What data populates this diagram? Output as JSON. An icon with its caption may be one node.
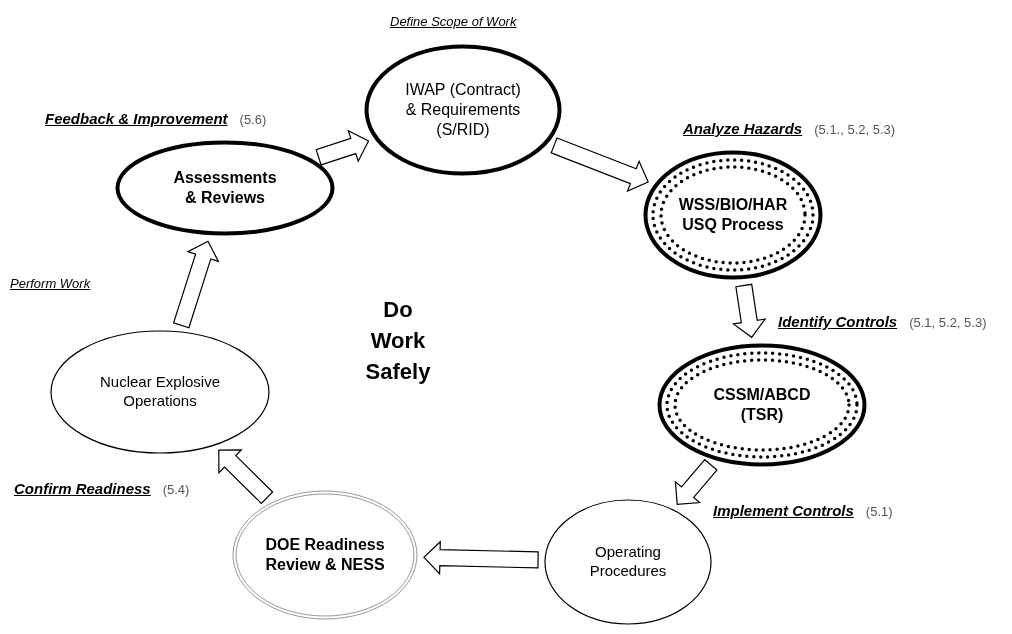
{
  "diagram": {
    "nodes": [
      {
        "text": [
          "IWAP (Contract) & Requirements (S/RID)"
        ],
        "beside": [
          "Define Scope of Work"
        ]
      },
      {
        "text": [
          "Assessments & Reviews"
        ],
        "beside": [
          "Feedback & Improvement",
          "(5.6)"
        ]
      },
      {
        "text": [
          "WSS/BIO/HAR USQ Process"
        ],
        "beside": [
          "Analyze Hazards",
          "(5.1., 5.2, 5.3)"
        ]
      },
      {
        "text": [
          "CSSM/ABCD (TSR)"
        ],
        "beside": [
          "Identify Controls",
          "(5.1, 5.2, 5.3)"
        ]
      },
      {
        "text": [
          "Nuclear Explosive Operations"
        ],
        "beside": [
          "Perform Work"
        ]
      },
      {
        "text": [
          "Operating Procedures"
        ],
        "beside": [
          "Implement Controls",
          "(5.1)"
        ]
      },
      {
        "text": [
          "DOE Readiness Review & NESS"
        ],
        "beside": [
          "Confirm Readiness",
          "(5.4)"
        ]
      }
    ],
    "edges": [
      {
        "from": 1,
        "to": 0,
        "arrow": "to"
      },
      {
        "from": 0,
        "to": 2,
        "arrow": "to"
      },
      {
        "from": 2,
        "to": 3,
        "arrow": "to"
      },
      {
        "from": 3,
        "to": 5,
        "arrow": "to"
      },
      {
        "from": 5,
        "to": 6,
        "arrow": "to"
      },
      {
        "from": 6,
        "to": 4,
        "arrow": "to"
      },
      {
        "from": 4,
        "to": 1,
        "arrow": "to"
      }
    ],
    "labels": [
      "Do Work Safely"
    ]
  }
}
